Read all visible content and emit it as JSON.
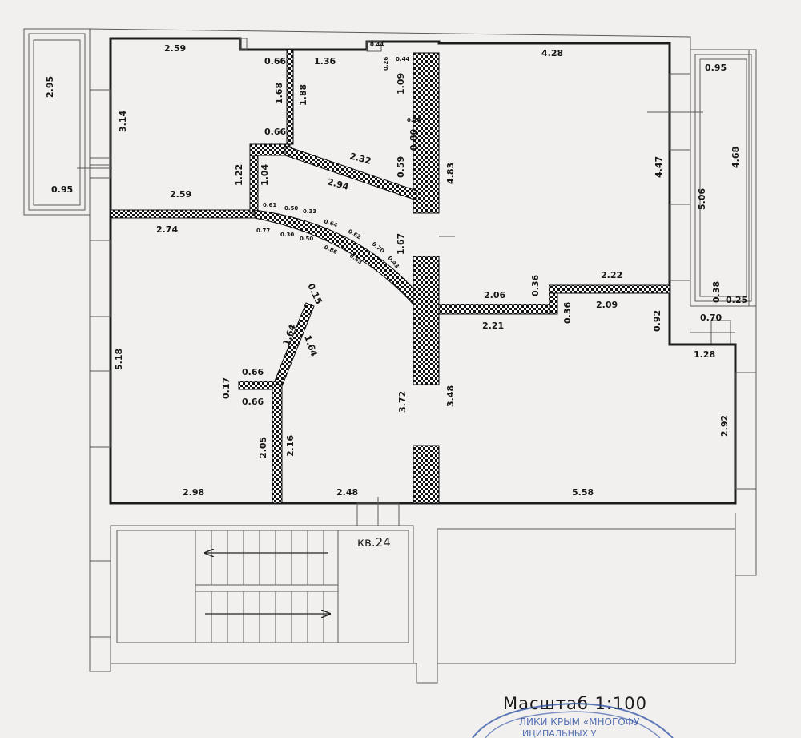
{
  "apartment_label": "кв.24",
  "scale_label": "Масштаб  1:100",
  "stamp_text": "ЛИКИ КРЫМ «МНОГОФУ",
  "stamp_text2": "ИЦИПАЛЬНЫХ У",
  "dims": {
    "top_left_width": "2.59",
    "left_room_height": "3.14",
    "balcony_left_height": "2.95",
    "balcony_left_width": "0.95",
    "mid_left_width": "2.59",
    "niche_w_1": "0.66",
    "niche_h_1": "1.68",
    "niche_h_2": "1.88",
    "niche_w_2": "0.66",
    "corridor_w": "1.36",
    "tiny_1": "0.44",
    "tiny_2": "0.26",
    "tiny_3": "0.44",
    "tiny_4": "1.09",
    "tiny_5": "0.26",
    "tiny_6": "0.80",
    "diag_1": "2.32",
    "diag_2": "2.94",
    "diag_h": "0.59",
    "core_h": "4.83",
    "door_h1": "1.22",
    "door_h2": "1.04",
    "big_left_top": "2.74",
    "big_left_height": "5.18",
    "arc_1": "0.61",
    "arc_2": "0.77",
    "arc_3": "0.50",
    "arc_4": "0.30",
    "arc_5": "0.64",
    "arc_6": "0.33",
    "arc_7": "0.50",
    "arc_8": "0.86",
    "arc_9": "0.62",
    "arc_10": "0.70",
    "arc_11": "0.43",
    "arc_12": "0.63",
    "corridor_h": "1.67",
    "stub_1": "0.15",
    "diag_3": "1.64",
    "diag_4": "1.64",
    "stub_w1": "0.66",
    "stub_h": "0.17",
    "stub_w2": "0.66",
    "low_h1": "2.05",
    "low_h2": "2.16",
    "bottom_left_w": "2.98",
    "bottom_mid_w": "2.48",
    "core_low_1": "3.72",
    "core_low_2": "3.48",
    "right_top_w": "4.28",
    "right_room_h": "4.47",
    "balcony_right_w": "0.95",
    "balcony_right_h1": "5.06",
    "balcony_right_h2": "4.68",
    "mid_w1": "2.06",
    "mid_step": "0.36",
    "mid_w2": "2.22",
    "mid_w3": "2.21",
    "mid_step2": "0.36",
    "mid_w4": "2.09",
    "right_step": "0.92",
    "balc_small_1": "0.38",
    "balc_small_2": "0.25",
    "balc_small_3": "0.70",
    "balc_small_4": "1.28",
    "right_low_h": "2.92",
    "bottom_right_w": "5.58"
  }
}
